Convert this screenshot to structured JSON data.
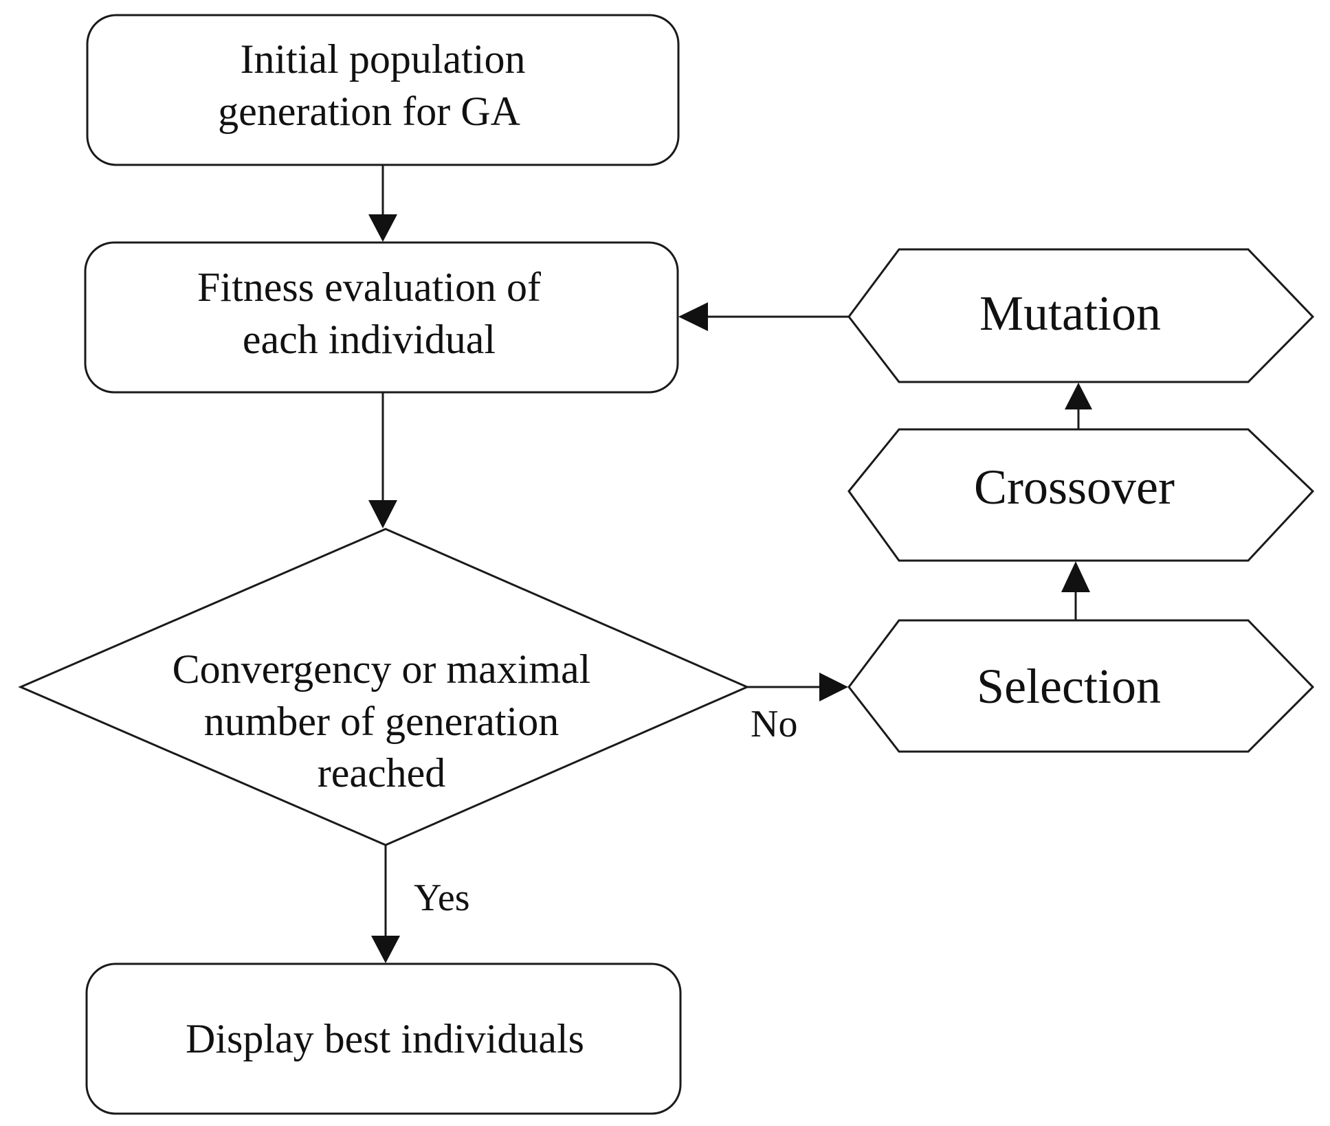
{
  "nodes": {
    "initial_population": {
      "line1": "Initial population",
      "line2": "generation for GA"
    },
    "fitness_evaluation": {
      "line1": "Fitness evaluation of",
      "line2": "each individual"
    },
    "convergence_check": {
      "line1": "Convergency or maximal",
      "line2": "number of generation",
      "line3": "reached"
    },
    "display_best": {
      "line1": "Display best individuals"
    },
    "selection": {
      "label": "Selection"
    },
    "crossover": {
      "label": "Crossover"
    },
    "mutation": {
      "label": "Mutation"
    }
  },
  "edges": {
    "no_label": "No",
    "yes_label": "Yes"
  },
  "colors": {
    "stroke": "#1a1a1a",
    "arrowhead": "#111111",
    "background": "#ffffff"
  }
}
